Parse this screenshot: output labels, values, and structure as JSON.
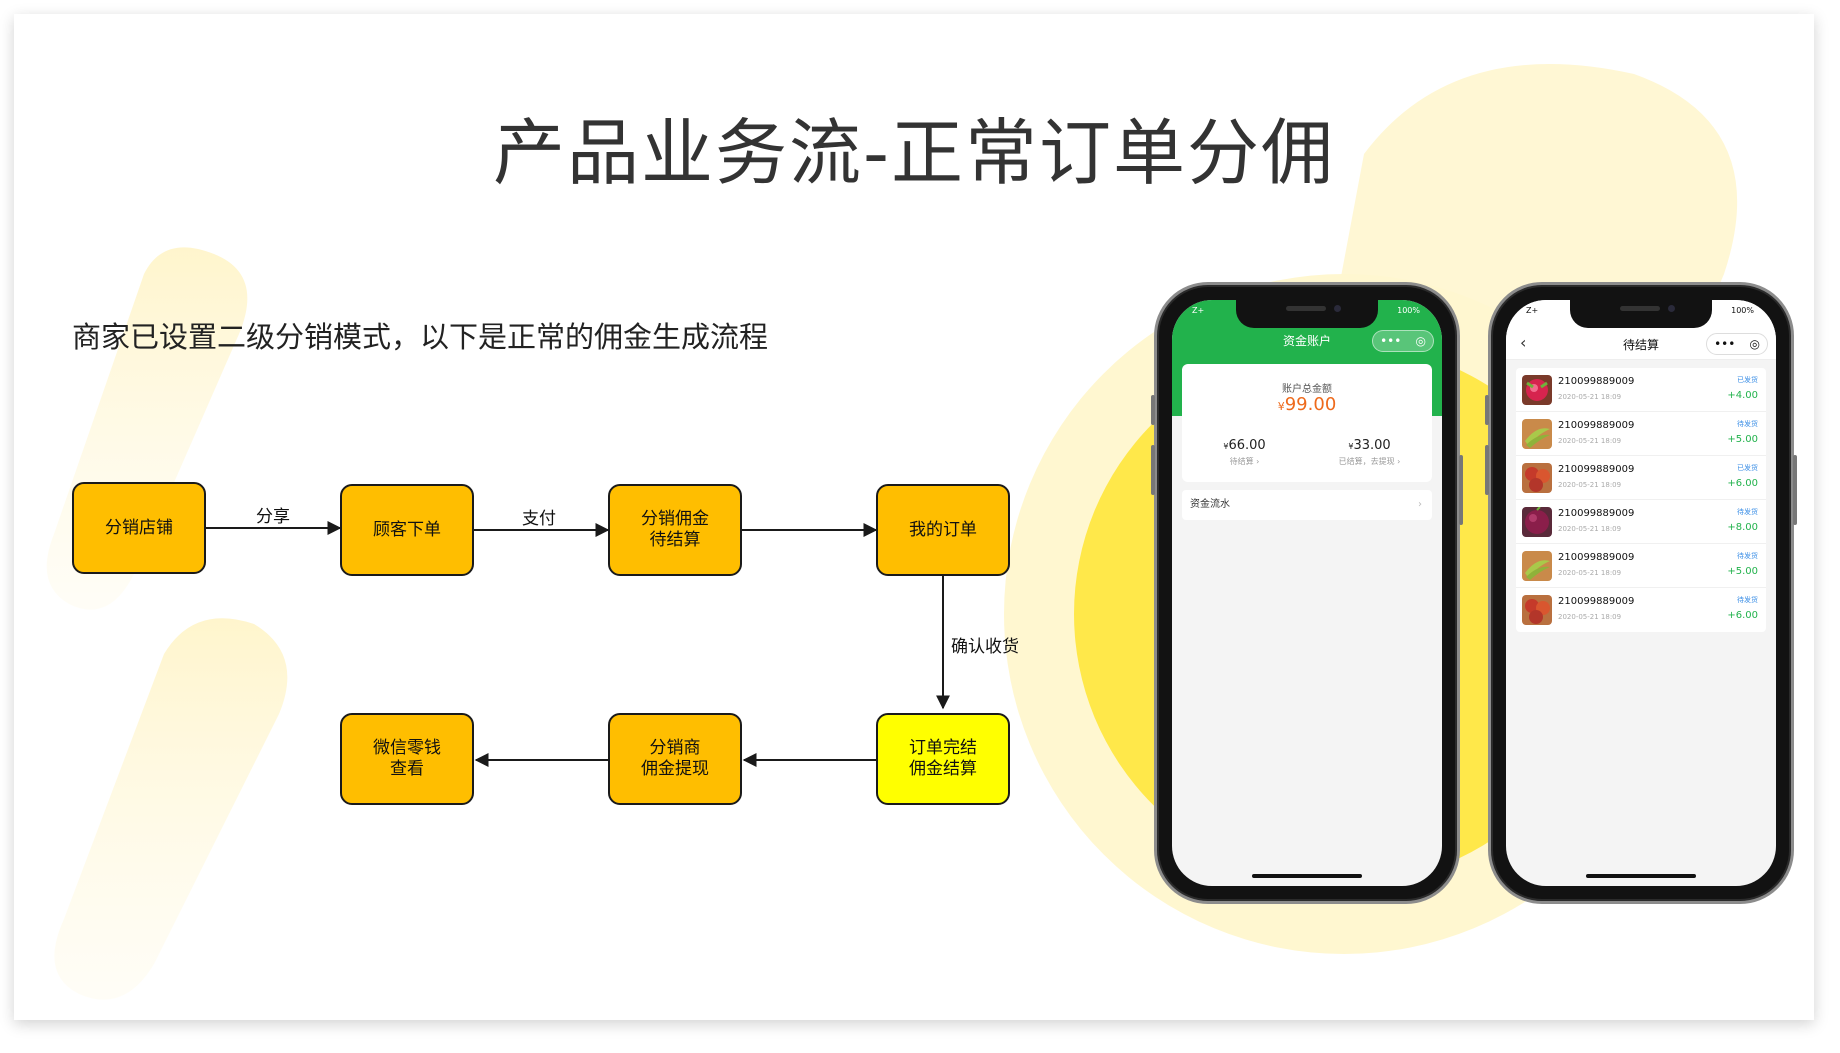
{
  "title": "产品业务流-正常订单分佣",
  "subtitle": "商家已设置二级分销模式，以下是正常的佣金生成流程",
  "colors": {
    "node": "#FFBE00",
    "node_highlight": "#FFFF00",
    "brand_green": "#22B24C",
    "accent_orange": "#EE6A1C"
  },
  "flow": {
    "nodes": [
      {
        "id": "n1",
        "lines": [
          "分销店铺"
        ]
      },
      {
        "id": "n2",
        "lines": [
          "顾客下单"
        ]
      },
      {
        "id": "n3",
        "lines": [
          "分销佣金",
          "待结算"
        ]
      },
      {
        "id": "n4",
        "lines": [
          "我的订单"
        ]
      },
      {
        "id": "n5",
        "lines": [
          "订单完结",
          "佣金结算"
        ]
      },
      {
        "id": "n6",
        "lines": [
          "分销商",
          "佣金提现"
        ]
      },
      {
        "id": "n7",
        "lines": [
          "微信零钱",
          "查看"
        ]
      }
    ],
    "edges": [
      {
        "from": "n1",
        "to": "n2",
        "label": "分享"
      },
      {
        "from": "n2",
        "to": "n3",
        "label": "支付"
      },
      {
        "from": "n3",
        "to": "n4",
        "label": ""
      },
      {
        "from": "n4",
        "to": "n5",
        "label": "确认收货"
      },
      {
        "from": "n5",
        "to": "n6",
        "label": ""
      },
      {
        "from": "n6",
        "to": "n7",
        "label": ""
      }
    ]
  },
  "phone1": {
    "status_left": "Z+",
    "status_right": "100%",
    "header_title": "资金账户",
    "capsule_more": "•••",
    "capsule_close": "◎",
    "total_label": "账户总金额",
    "currency": "¥",
    "total_value": "99.00",
    "left_value": "66.00",
    "left_label": "待结算",
    "right_value": "33.00",
    "right_label": "已结算，去提现",
    "row_label": "资金流水",
    "chevron": "›"
  },
  "phone2": {
    "status_left": "Z+",
    "status_right": "100%",
    "header_title": "待结算",
    "back": "‹",
    "capsule_more": "•••",
    "capsule_close": "◎",
    "orders": [
      {
        "no": "210099889009",
        "date": "2020-05-21 18:09",
        "status": "已发货",
        "amount": "+4.00",
        "thumb": "dragonfruit"
      },
      {
        "no": "210099889009",
        "date": "2020-05-21 18:09",
        "status": "待发货",
        "amount": "+5.00",
        "thumb": "banana"
      },
      {
        "no": "210099889009",
        "date": "2020-05-21 18:09",
        "status": "已发货",
        "amount": "+6.00",
        "thumb": "apple"
      },
      {
        "no": "210099889009",
        "date": "2020-05-21 18:09",
        "status": "待发货",
        "amount": "+8.00",
        "thumb": "grape"
      },
      {
        "no": "210099889009",
        "date": "2020-05-21 18:09",
        "status": "待发货",
        "amount": "+5.00",
        "thumb": "banana"
      },
      {
        "no": "210099889009",
        "date": "2020-05-21 18:09",
        "status": "待发货",
        "amount": "+6.00",
        "thumb": "apple"
      }
    ]
  }
}
